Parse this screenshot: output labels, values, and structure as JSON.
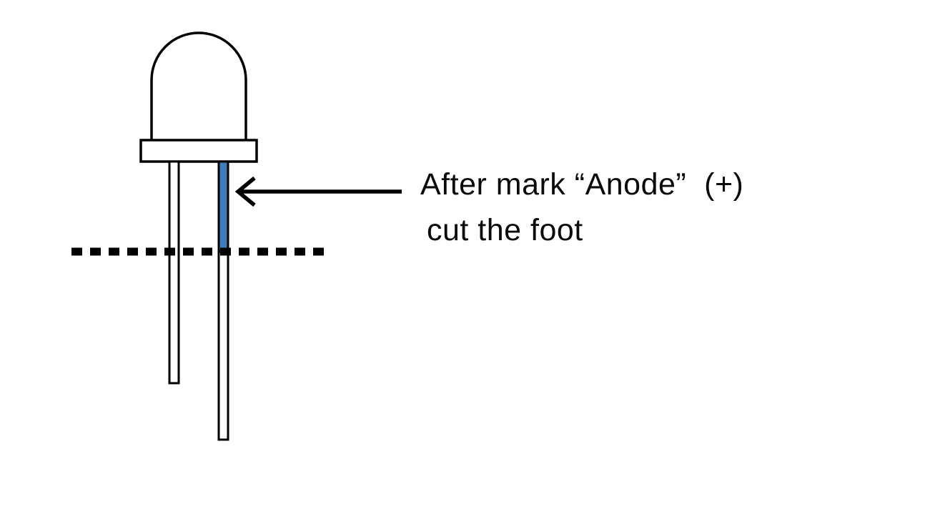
{
  "diagram": {
    "subject": "LED anode marking and cutting instruction",
    "annotation": {
      "line1": "After mark “Anode”  (+)",
      "line2": "cut the foot"
    },
    "colors": {
      "anode_mark": "#3e7cbb",
      "outline": "#000000",
      "background": "#ffffff",
      "text": "#0a0a0a"
    }
  }
}
